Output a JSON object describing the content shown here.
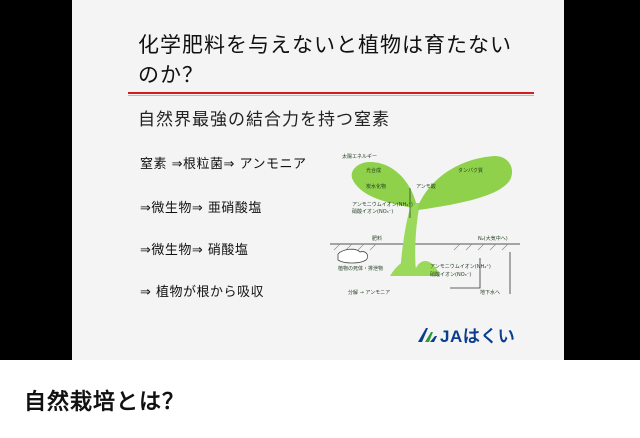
{
  "slide": {
    "title": "化学肥料を与えないと植物は育たないのか？",
    "subtitle": "自然界最強の結合力を持つ窒素",
    "steps": [
      "窒素 ⇒根粒菌⇒ アンモニア",
      "⇒微生物⇒ 亜硝酸塩",
      "⇒微生物⇒ 硝酸塩",
      "⇒ 植物が根から吸収"
    ],
    "diagram": {
      "sun_energy": "太陽エネルギー",
      "photosynthesis": "光合成",
      "carbohydrate": "炭水化物",
      "ammonia": "アンモ酸",
      "protein": "タンパク質",
      "ammonium": "アンモニウムイオン(NH₄⁺)",
      "nitrate": "硝酸イオン(NO₃⁻)",
      "fertilizer": "肥料",
      "n2_air": "N₂(大気中へ)",
      "dead_plants": "植物の死体・排泄物",
      "decompose": "分解 → アンモニア",
      "ammonium_ion_soil": "アンモニウムイオン(NH₄⁺)",
      "nitrate_ion_soil": "硝酸イオン(NO₃⁻)",
      "groundwater": "地下水へ"
    },
    "logo": "JAはくい",
    "colors": {
      "accent": "#d21d1d",
      "leaf": "#8fd14a",
      "logo": "#0a3d8f"
    }
  },
  "caption": "自然栽培とは？"
}
